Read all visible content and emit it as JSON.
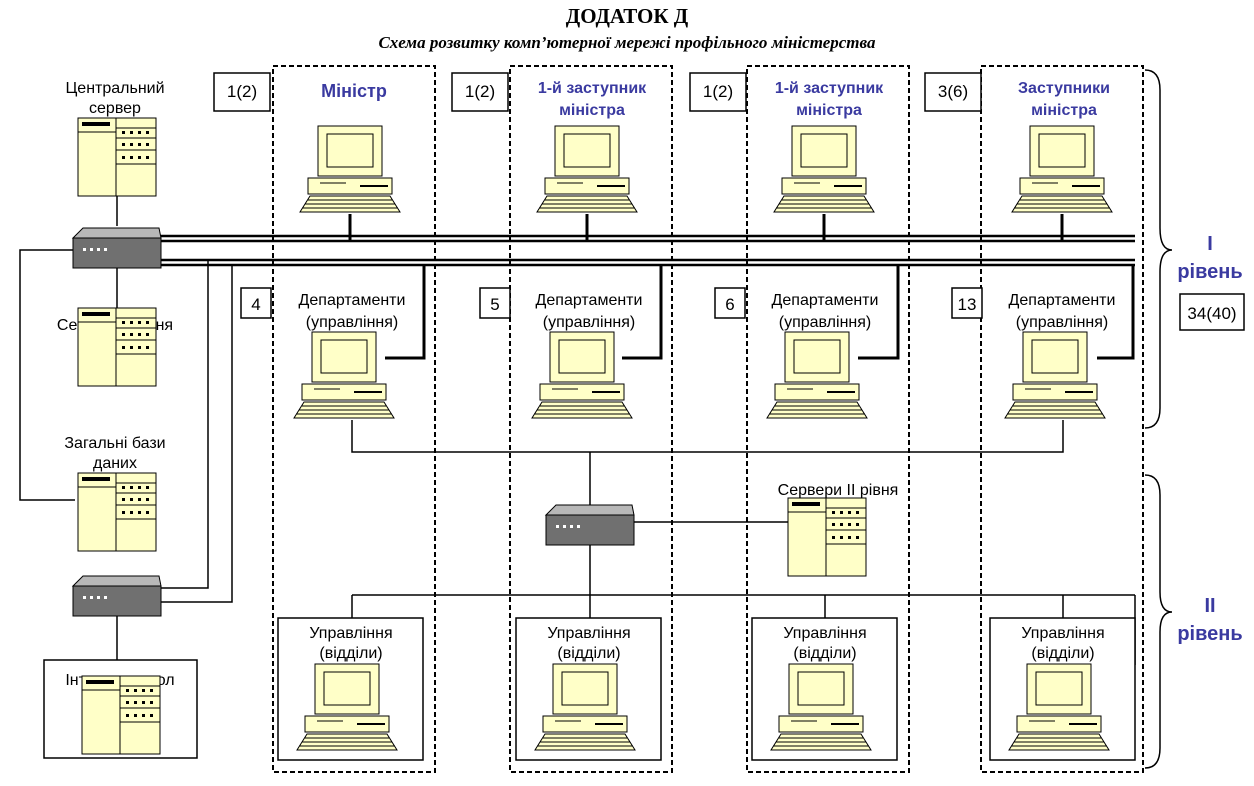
{
  "title": "ДОДАТОК Д",
  "subtitle": "Схема розвитку комп’ютерної мережі профільного міністерства",
  "left_nodes": {
    "central_server": [
      "Центральний",
      "сервер"
    ],
    "servers_level1": [
      "Сервери I рівня"
    ],
    "databases": [
      "Загальні бази",
      "даних"
    ],
    "internet_node": [
      "Інтернет-вузол"
    ]
  },
  "servers_level2": "Сервери II рівня",
  "columns": [
    {
      "count": "1(2)",
      "head": [
        "Міністр"
      ],
      "dept_count": "4",
      "dept": [
        "Департаменти",
        "(управління)"
      ],
      "unit": [
        "Управління",
        "(відділи)"
      ]
    },
    {
      "count": "1(2)",
      "head": [
        "1-й заступник",
        "міністра"
      ],
      "dept_count": "5",
      "dept": [
        "Департаменти",
        "(управління)"
      ],
      "unit": [
        "Управління",
        "(відділи)"
      ]
    },
    {
      "count": "1(2)",
      "head": [
        "1-й заступник",
        "міністра"
      ],
      "dept_count": "6",
      "dept": [
        "Департаменти",
        "(управління)"
      ],
      "unit": [
        "Управління",
        "(відділи)"
      ]
    },
    {
      "count": "3(6)",
      "head": [
        "Заступники",
        "міністра"
      ],
      "dept_count": "13",
      "dept": [
        "Департаменти",
        "(управління)"
      ],
      "unit": [
        "Управління",
        "(відділи)"
      ]
    }
  ],
  "levels": {
    "level1": [
      "I",
      "рівень"
    ],
    "level2": [
      "II",
      "рівень"
    ],
    "total": "34(40)"
  },
  "colors": {
    "accent_blue": "#3a3aa0",
    "device_fill": "#ffffc8",
    "hub_fill": "#707070"
  }
}
